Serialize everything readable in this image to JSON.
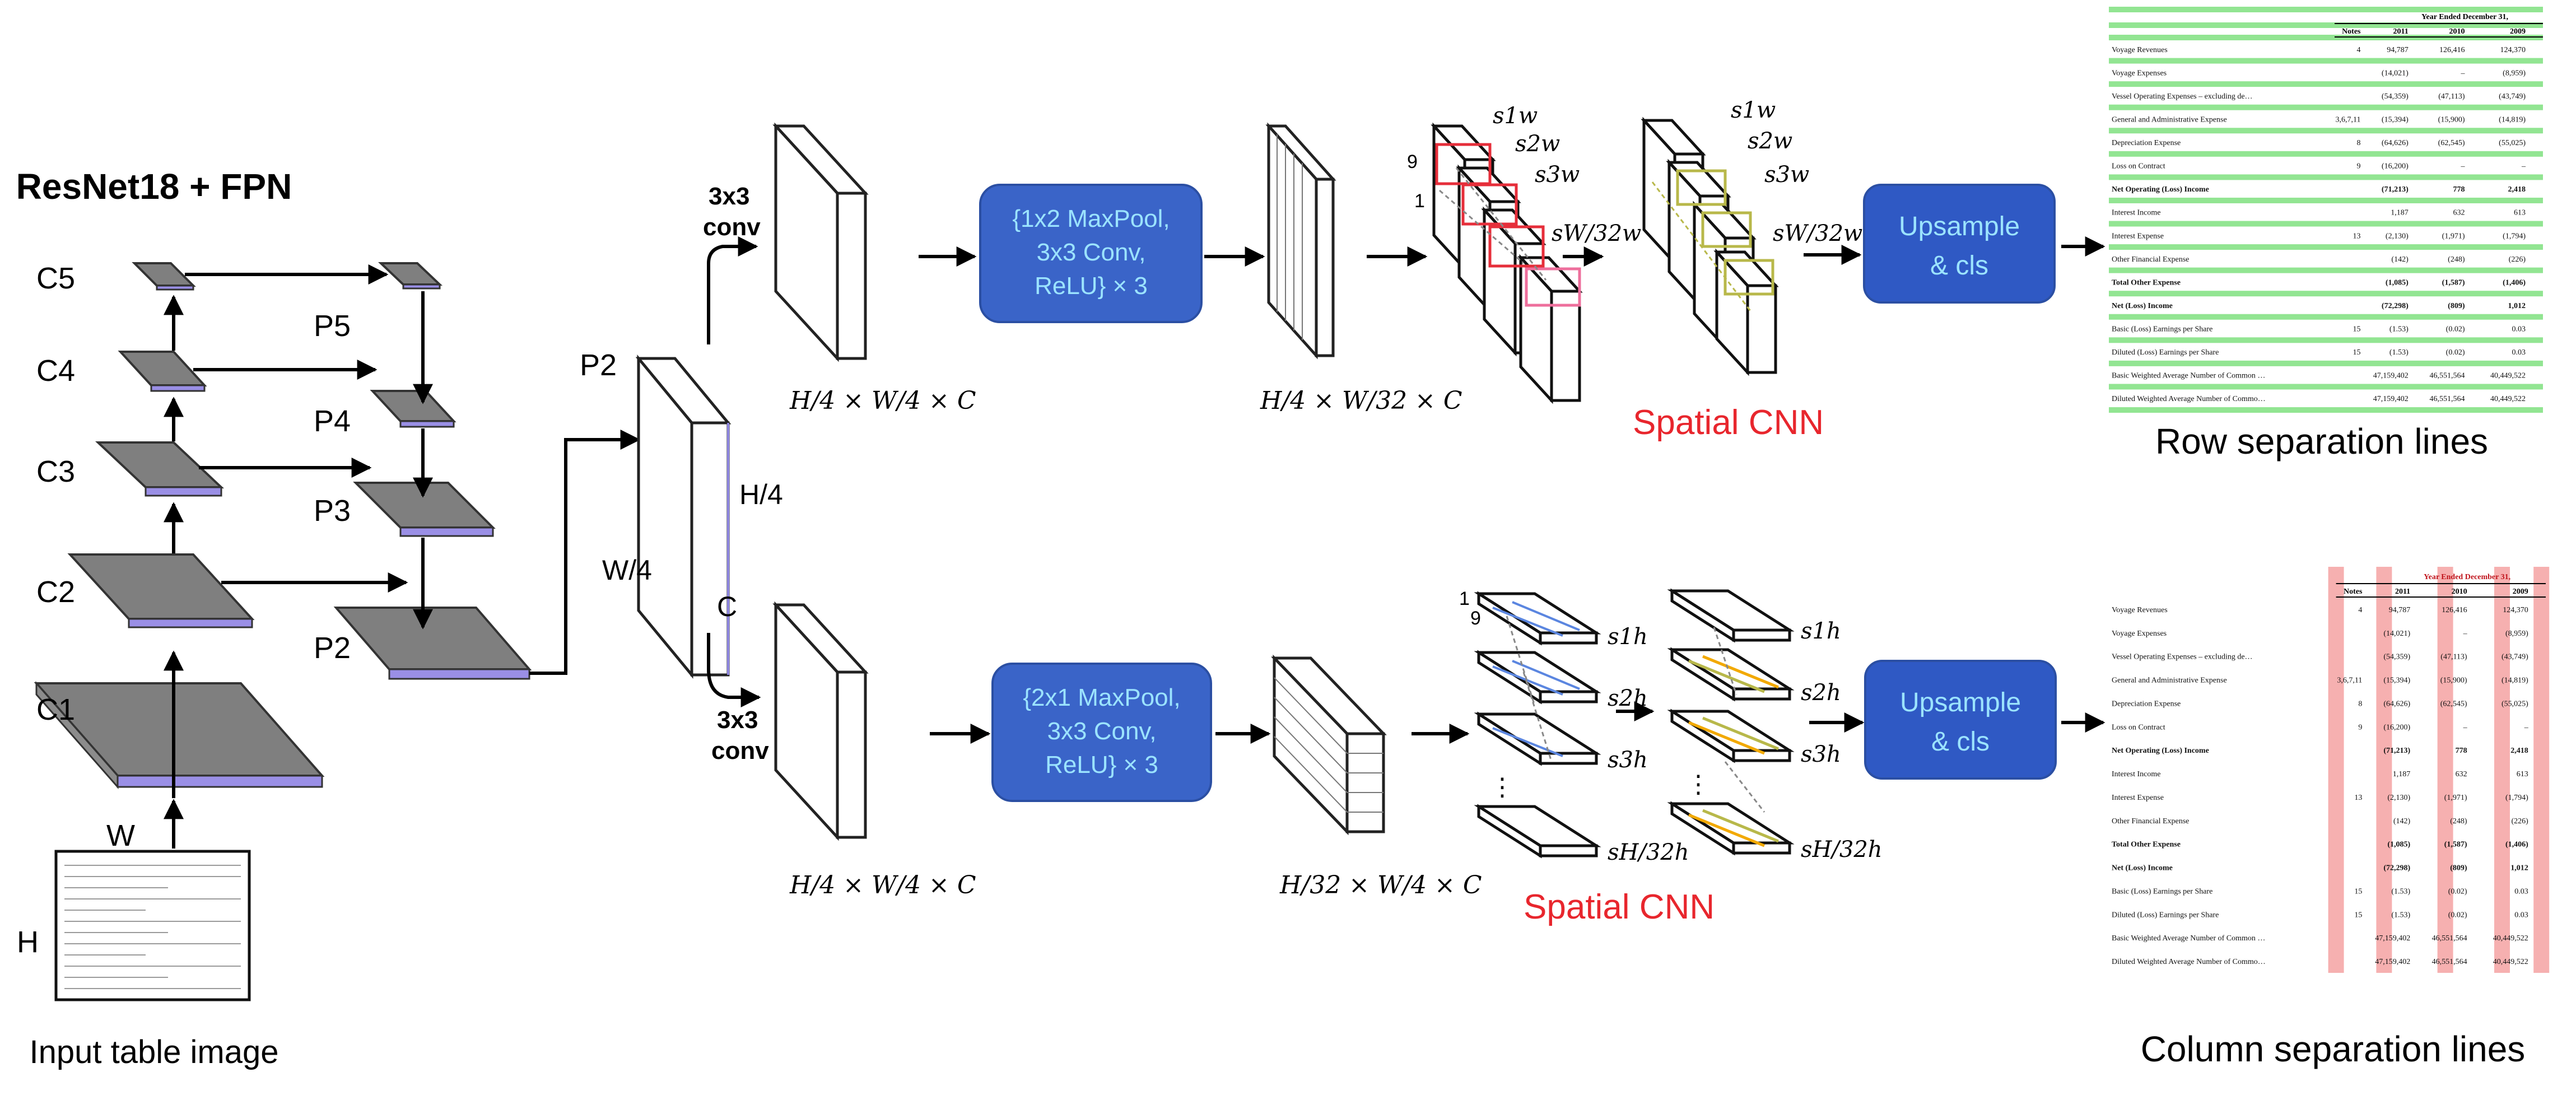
{
  "backbone": {
    "title": "ResNet18 + FPN",
    "c_labels": [
      "C5",
      "C4",
      "C3",
      "C2",
      "C1"
    ],
    "p_labels": [
      "P5",
      "P4",
      "P3",
      "P2"
    ],
    "p2_output_label": "P2",
    "p2_dim_h": "H/4",
    "p2_dim_w": "W/4",
    "p2_dim_c": "C",
    "input_w": "W",
    "input_h": "H",
    "input_caption": "Input table image"
  },
  "row_branch": {
    "conv_label_line1": "3x3",
    "conv_label_line2": "conv",
    "feature_dim_1": "H/4 × W/4 × C",
    "op_box": [
      "{1x2 MaxPool,",
      "3x3 Conv,",
      "ReLU} × 3"
    ],
    "feature_dim_2": "H/4 × W/32 × C",
    "kernel_labels": [
      "9",
      "1"
    ],
    "slice_labels_in": [
      "s1w",
      "s2w",
      "s3w",
      "sW/32w"
    ],
    "slice_labels_out": [
      "s1w",
      "s2w",
      "s3w",
      "sW/32w"
    ],
    "scnn_label": "Spatial CNN",
    "upsample_box": [
      "Upsample",
      "& cls"
    ],
    "result_caption": "Row separation lines"
  },
  "col_branch": {
    "conv_label_line1": "3x3",
    "conv_label_line2": "conv",
    "feature_dim_1": "H/4 × W/4 × C",
    "op_box": [
      "{2x1 MaxPool,",
      "3x3 Conv,",
      "ReLU} × 3"
    ],
    "feature_dim_2": "H/32 × W/4 × C",
    "kernel_labels": [
      "1",
      "9"
    ],
    "slice_labels_in": [
      "s1h",
      "s2h",
      "s3h",
      "sH/32h"
    ],
    "slice_labels_out": [
      "s1h",
      "s2h",
      "s3h",
      "sH/32h"
    ],
    "scnn_label": "Spatial CNN",
    "upsample_box": [
      "Upsample",
      "& cls"
    ],
    "result_caption": "Column separation lines"
  },
  "result_table": {
    "header_span": "Year Ended December 31,",
    "columns": [
      "Notes",
      "2011",
      "2010",
      "2009"
    ],
    "rows": [
      {
        "label": "Voyage Revenues",
        "notes": "4",
        "v2011": "94,787",
        "v2010": "126,416",
        "v2009": "124,370"
      },
      {
        "label": "Voyage Expenses",
        "notes": "",
        "v2011": "(14,021)",
        "v2010": "–",
        "v2009": "(8,959)"
      },
      {
        "label": "Vessel Operating Expenses – excluding depreciation expense presented below",
        "notes": "",
        "v2011": "(54,359)",
        "v2010": "(47,113)",
        "v2009": "(43,749)"
      },
      {
        "label": "General and Administrative Expense",
        "notes": "3,6,7,11",
        "v2011": "(15,394)",
        "v2010": "(15,900)",
        "v2009": "(14,819)"
      },
      {
        "label": "Depreciation Expense",
        "notes": "8",
        "v2011": "(64,626)",
        "v2010": "(62,545)",
        "v2009": "(55,025)"
      },
      {
        "label": "Loss on Contract",
        "notes": "9",
        "v2011": "(16,200)",
        "v2010": "–",
        "v2009": "–"
      },
      {
        "label": "Net Operating (Loss) Income",
        "notes": "",
        "v2011": "(71,213)",
        "v2010": "778",
        "v2009": "2,418"
      },
      {
        "label": "Interest Income",
        "notes": "",
        "v2011": "1,187",
        "v2010": "632",
        "v2009": "613"
      },
      {
        "label": "Interest Expense",
        "notes": "13",
        "v2011": "(2,130)",
        "v2010": "(1,971)",
        "v2009": "(1,794)"
      },
      {
        "label": "Other Financial Expense",
        "notes": "",
        "v2011": "(142)",
        "v2010": "(248)",
        "v2009": "(226)"
      },
      {
        "label": "Total Other Expense",
        "notes": "",
        "v2011": "(1,085)",
        "v2010": "(1,587)",
        "v2009": "(1,406)"
      },
      {
        "label": "Net (Loss) Income",
        "notes": "",
        "v2011": "(72,298)",
        "v2010": "(809)",
        "v2009": "1,012"
      },
      {
        "label": "Basic (Loss) Earnings per Share",
        "notes": "15",
        "v2011": "(1.53)",
        "v2010": "(0.02)",
        "v2009": "0.03"
      },
      {
        "label": "Diluted (Loss) Earnings per Share",
        "notes": "15",
        "v2011": "(1.53)",
        "v2010": "(0.02)",
        "v2009": "0.03"
      },
      {
        "label": "Basic Weighted Average Number of Common Shares Outstanding",
        "notes": "",
        "v2011": "47,159,402",
        "v2010": "46,551,564",
        "v2009": "40,449,522"
      },
      {
        "label": "Diluted Weighted Average Number of Common Shares Outstanding",
        "notes": "",
        "v2011": "47,159,402",
        "v2010": "46,551,564",
        "v2009": "40,449,522"
      }
    ]
  },
  "colors": {
    "fpn_gray": "#7f7f7f",
    "fpn_edge": "#8e86e0",
    "op_box_fill": "#3a64c8",
    "op_box_border": "#2b4fa3",
    "op_box_text": "#9be3ff",
    "upsample_fill": "#2f59c4",
    "red_text": "#e8262d",
    "row_highlight": "#7fe07f",
    "col_highlight": "#f39696",
    "red_kernel": "#e62e3a",
    "pink_kernel": "#ee6f9c",
    "blue_line": "#5b86e0",
    "olive_line": "#b8b84a",
    "orange_line": "#f2a900"
  }
}
